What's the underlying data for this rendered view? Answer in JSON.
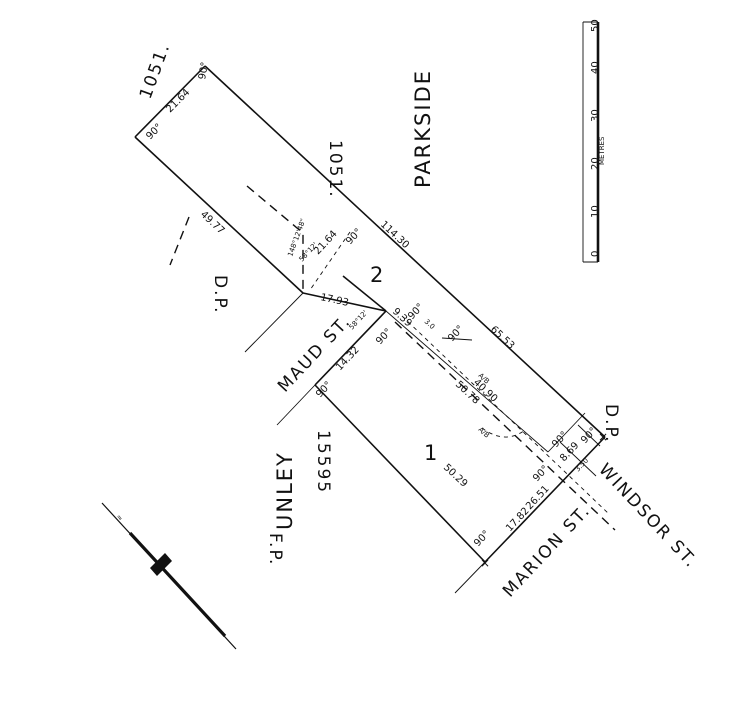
{
  "plan": {
    "areas": {
      "parkside": "PARKSIDE",
      "unley": "UNLEY"
    },
    "streets": {
      "maud": "MAUD ST.",
      "marion": "MARION ST.",
      "windsor": "WINDSOR ST."
    },
    "allotments": {
      "one": "1",
      "two": "2"
    },
    "references": {
      "dp_top": "1051.",
      "dp_right": "1051.",
      "dp_label_left": "D.P.",
      "dp_label_right": "D.P.",
      "fp_number": "15595",
      "fp_label": "F.P."
    },
    "dimensions": {
      "d_21_64_top": "21.64",
      "d_114_30": "114.30",
      "d_49_77": "49.77",
      "d_21_64_mid": "21.64",
      "d_58_12_a": "58°12'",
      "d_148_12": "148°12'48\"",
      "d_17_93": "17.93",
      "d_58_12_b": "58°12'",
      "d_9_39": "9.39",
      "d_3_0": "3.0",
      "d_65_53": "65.53",
      "d_40_90": "40.90",
      "d_50_29": "50.29",
      "d_14_32": "14.32",
      "d_50_78": "50.78",
      "d_8_69": "8.69",
      "d_3_50": "3.50",
      "d_26_51": "26.51",
      "d_17_82": "17.82",
      "angle_90": "90°"
    },
    "easements": {
      "a1": "A/B",
      "a2": "A/B"
    }
  },
  "scale": {
    "unit": "METRES",
    "ticks": [
      "0",
      "10",
      "20",
      "30",
      "40",
      "50"
    ]
  }
}
